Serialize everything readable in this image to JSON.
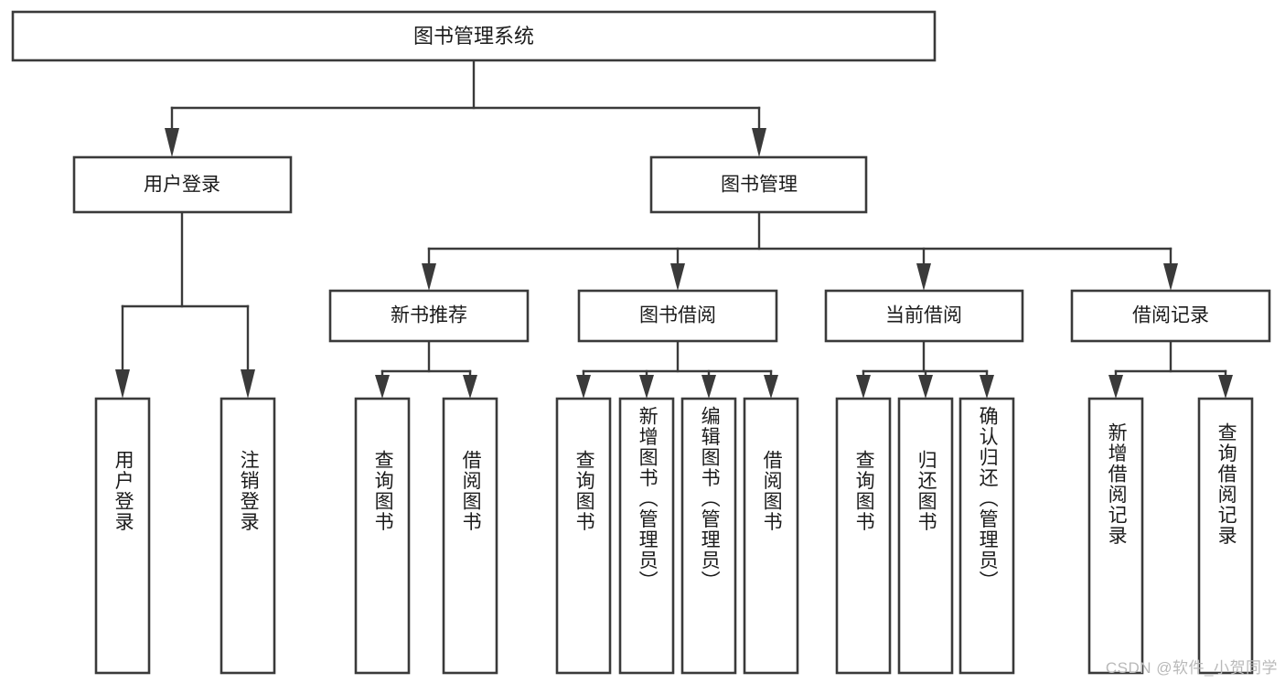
{
  "diagram": {
    "kind": "tree-hierarchy-diagram",
    "root": {
      "label": "图书管理系统"
    },
    "level1": [
      {
        "label": "用户登录"
      },
      {
        "label": "图书管理"
      }
    ],
    "level2": [
      {
        "label": "新书推荐"
      },
      {
        "label": "图书借阅"
      },
      {
        "label": "当前借阅"
      },
      {
        "label": "借阅记录"
      }
    ],
    "leaves": {
      "user_login": [
        {
          "label": "用户登录"
        },
        {
          "label": "注销登录"
        }
      ],
      "new_book_recommend": [
        {
          "label": "查询图书"
        },
        {
          "label": "借阅图书"
        }
      ],
      "book_borrow": [
        {
          "label": "查询图书"
        },
        {
          "label": "新增图书（管理员）"
        },
        {
          "label": "编辑图书（管理员）"
        },
        {
          "label": "借阅图书"
        }
      ],
      "current_borrow": [
        {
          "label": "查询图书"
        },
        {
          "label": "归还图书"
        },
        {
          "label": "确认归还（管理员）"
        }
      ],
      "borrow_record": [
        {
          "label": "新增借阅记录"
        },
        {
          "label": "查询借阅记录"
        }
      ]
    }
  },
  "watermark": {
    "text": "CSDN @软件_小贺同学"
  },
  "colors": {
    "box_stroke": "#3a3a3a",
    "box_fill": "#ffffff",
    "text": "#1b1b1b",
    "watermark": "#b9b9b9",
    "background": "#ffffff"
  }
}
